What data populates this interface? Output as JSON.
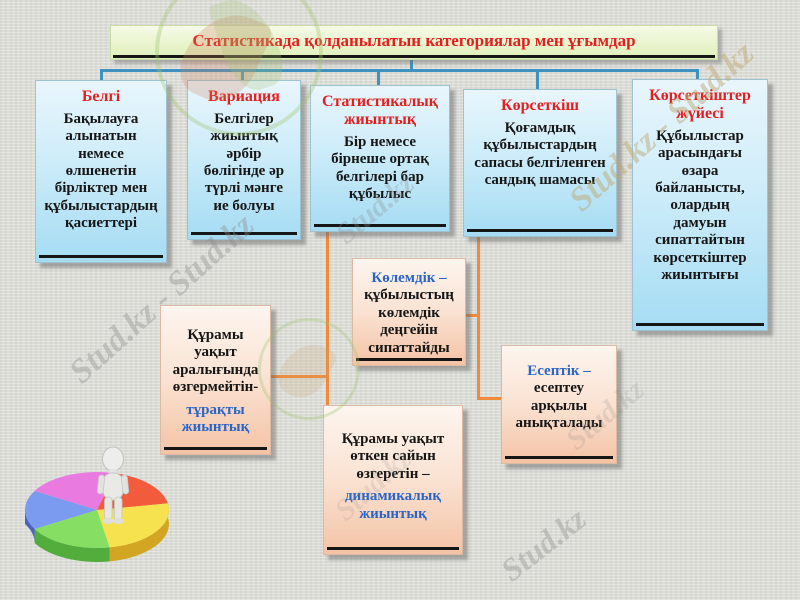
{
  "title": {
    "text": "Статистикада қолданылатын категориялар мен ұғымдар"
  },
  "top_boxes": [
    {
      "title": "Белгі",
      "body": "Бақылауға\nалынатын\nнемесе\nөлшенетін\nбірліктер мен\nқұбылыстардың\nқасиеттері"
    },
    {
      "title": "Вариация",
      "body": "Белгілер\nжиынтық\nәрбір\nбөлігінде әр\nтүрлі мәнге\nие болуы"
    },
    {
      "title": "Статистикалық\nжиынтық",
      "body": "Бір немесе\nбірнеше ортақ\nбелгілері бар\nқұбылыс"
    },
    {
      "title": "Көрсеткіш",
      "body": "Қоғамдық\nқұбылыстардың\nсапасы  белгіленген\nсандық шамасы"
    },
    {
      "title": "Көрсеткіштер\nжүйесі",
      "body": "Құбылыстар\nарасындағы\nөзара\nбайланысты,\nолардың\nдамуын\nсипаттайтын\nкөрсеткіштер\nжиынтығы"
    }
  ],
  "sub_boxes": [
    {
      "black": "Құрамы\nуақыт\nаралығында\nөзгермейтін-",
      "blue": "тұрақты\nжиынтық"
    },
    {
      "blue": "Көлемдік –",
      "black": "құбылыстың\nкөлемдік\nдеңгейін\nсипаттайды"
    },
    {
      "blue": "Есептік –",
      "black": "есептеу\nарқылы\nанықталады"
    },
    {
      "black": "Құрамы уақыт\nөткен сайын\nөзгеретін –",
      "blue": "динамикалық\nжиынтық"
    }
  ],
  "watermarks": {
    "top_right": "Stud.kz - Stud.kz",
    "left": "Stud.kz - Stud.kz",
    "center": "Stud.kz",
    "bottom": "Stud.kz",
    "mid_right": "Stud.kz",
    "bottom_left": "Stud.kz"
  },
  "colors": {
    "connector_top": "#3e92c0",
    "connector_sub": "#f18a3a",
    "heading_red": "#e41f1f",
    "accent_blue": "#2a65c8",
    "top_box_fill": "#a5dcf3",
    "sub_box_fill": "#f4c3a6",
    "title_fill": "#dff0ba"
  },
  "pie": {
    "colors": {
      "pink": "#e87ae0",
      "red": "#f35b3d",
      "yellow": "#f6e24e",
      "green": "#86de63",
      "blue": "#7b9bf0",
      "yellow_dark": "#d2a622",
      "green_dark": "#53ad3c",
      "blue_dark": "#4a63c0"
    }
  }
}
